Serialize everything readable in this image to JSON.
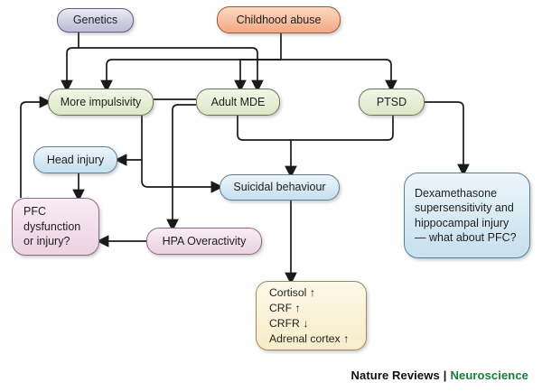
{
  "diagram": {
    "nodes": {
      "genetics": {
        "label": "Genetics",
        "fill": "#c2c0db"
      },
      "childhood_abuse": {
        "label": "Childhood abuse",
        "fill": "#f4ad8a"
      },
      "more_impulsivity": {
        "label": "More impulsivity",
        "fill": "#dde8c9"
      },
      "adult_mde": {
        "label": "Adult MDE",
        "fill": "#dde8c9"
      },
      "ptsd": {
        "label": "PTSD",
        "fill": "#dde8c9"
      },
      "head_injury": {
        "label": "Head injury",
        "fill": "#c9e2ef"
      },
      "suicidal_behaviour": {
        "label": "Suicidal behaviour",
        "fill": "#c9e2ef"
      },
      "pfc_dysfunction": {
        "label": "PFC dysfunction or injury?",
        "fill": "#ecd4e4"
      },
      "hpa_overactivity": {
        "label": "HPA Overactivity",
        "fill": "#ecd4e4"
      },
      "dexamethasone": {
        "label": "Dexamethasone supersensitivity and hippocampal injury — what about PFC?",
        "fill": "#c9e2ef"
      },
      "cortisol_panel": {
        "lines": [
          "Cortisol ↑",
          "CRF ↑",
          "CRFR ↓",
          "Adrenal cortex ↑"
        ],
        "fill": "#f8eecd"
      }
    },
    "edges": [
      {
        "from": "genetics",
        "to": "more-impulsivity",
        "directed": true
      },
      {
        "from": "genetics",
        "to": "adult-mde",
        "directed": true
      },
      {
        "from": "childhood-abuse",
        "to": "more-impulsivity",
        "directed": true
      },
      {
        "from": "childhood-abuse",
        "to": "adult-mde",
        "directed": true
      },
      {
        "from": "childhood-abuse",
        "to": "ptsd",
        "directed": true
      },
      {
        "from": "more-impulsivity",
        "to": "adult-mde",
        "directed": false
      },
      {
        "from": "more-impulsivity",
        "to": "head-injury",
        "directed": true
      },
      {
        "from": "more-impulsivity",
        "to": "suicidal-behaviour",
        "directed": true
      },
      {
        "from": "adult-mde",
        "to": "suicidal-behaviour",
        "directed": true
      },
      {
        "from": "ptsd",
        "to": "suicidal-behaviour",
        "directed": true
      },
      {
        "from": "adult-mde",
        "to": "hpa-overactivity",
        "directed": true
      },
      {
        "from": "ptsd",
        "to": "dexamethasone",
        "directed": true
      },
      {
        "from": "pfc-dysfunction",
        "to": "more-impulsivity",
        "directed": true
      },
      {
        "from": "head-injury",
        "to": "pfc-dysfunction",
        "directed": true
      },
      {
        "from": "hpa-overactivity",
        "to": "pfc-dysfunction",
        "directed": true
      },
      {
        "from": "suicidal-behaviour",
        "to": "cortisol-panel",
        "directed": true
      }
    ],
    "line_color": "#1a1a1a"
  },
  "footer": {
    "brand_left": "Nature Reviews",
    "separator": "|",
    "brand_right": "Neuroscience",
    "brand_right_color": "#15803d"
  }
}
